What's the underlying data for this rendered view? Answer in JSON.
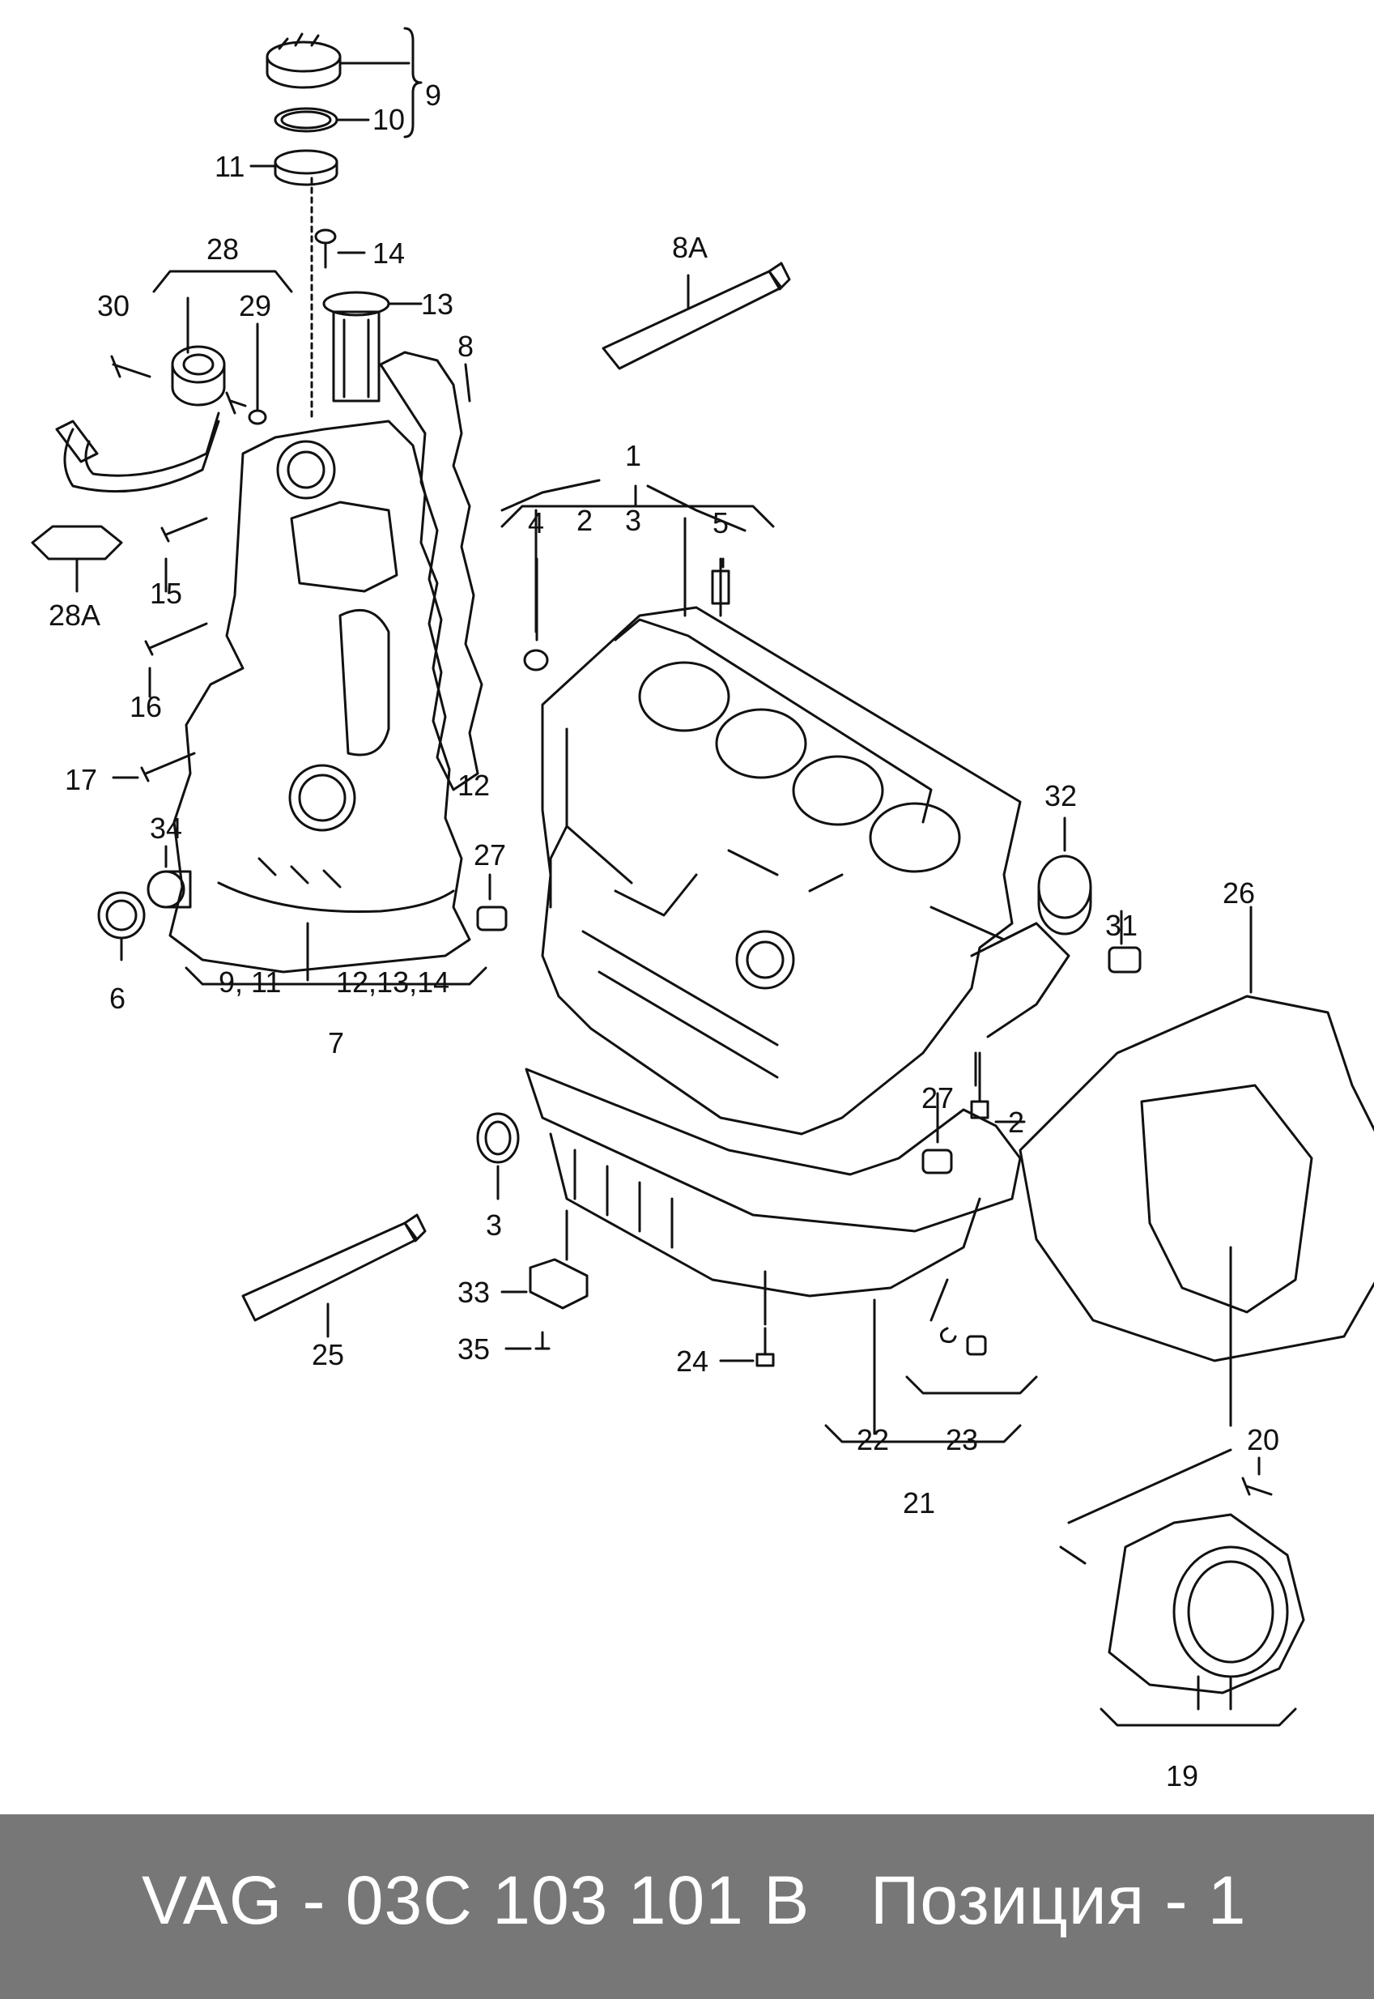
{
  "labels": {
    "l1": "1",
    "l2a": "2",
    "l2b": "2",
    "l3a": "3",
    "l3b": "3",
    "l4": "4",
    "l5": "5",
    "l6": "6",
    "l7": "7",
    "l8": "8",
    "l8A": "8A",
    "l9": "9",
    "l911": "9, 11",
    "l10": "10",
    "l11": "11",
    "l12": "12",
    "l121314": "12,13,14",
    "l13": "13",
    "l14": "14",
    "l15": "15",
    "l16": "16",
    "l17": "17",
    "l19": "19",
    "l20": "20",
    "l21": "21",
    "l22": "22",
    "l23": "23",
    "l24": "24",
    "l25": "25",
    "l26": "26",
    "l27a": "27",
    "l27b": "27",
    "l28": "28",
    "l28A": "28A",
    "l29": "29",
    "l30": "30",
    "l31": "31",
    "l32": "32",
    "l33": "33",
    "l34": "34",
    "l35": "35"
  },
  "footer": {
    "part_number": "VAG - 03C 103 101 B",
    "position": "Позиция - 1"
  }
}
